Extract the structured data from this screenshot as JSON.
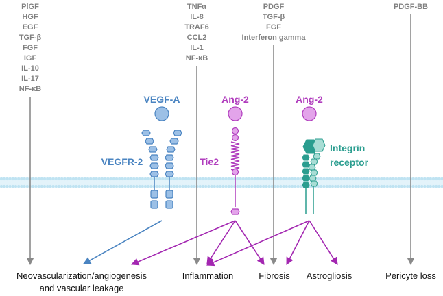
{
  "factor_columns": [
    {
      "id": "col-1",
      "items": [
        "PlGF",
        "HGF",
        "EGF",
        "TGF-β",
        "FGF",
        "IGF",
        "IL-10",
        "IL-17",
        "NF-κB"
      ]
    },
    {
      "id": "col-2",
      "items": [
        "TNFα",
        "IL-8",
        "TRAF6",
        "CCL2",
        "IL-1",
        "NF-κB"
      ]
    },
    {
      "id": "col-3",
      "items": [
        "PDGF",
        "TGF-β",
        "FGF",
        "Interferon gamma"
      ]
    },
    {
      "id": "col-4",
      "items": [
        "PDGF-BB"
      ]
    }
  ],
  "ligands": {
    "vegf_a": "VEGF-A",
    "ang2_tie2": "Ang-2",
    "ang2_integrin": "Ang-2"
  },
  "receptors": {
    "vegfr2": "VEGFR-2",
    "tie2": "Tie2",
    "integrin_line1": "Integrin",
    "integrin_line2": "receptor"
  },
  "outcomes": {
    "neovascularization_line1": "Neovascularization/angiogenesis",
    "neovascularization_line2": "and vascular leakage",
    "inflammation": "Inflammation",
    "fibrosis": "Fibrosis",
    "astrogliosis": "Astrogliosis",
    "pericyte_loss": "Pericyte loss"
  },
  "colors": {
    "blue": "#4a84c1",
    "blue_fill": "#9cc0e6",
    "purple": "#b03cbd",
    "purple_fill": "#e3a4ea",
    "teal": "#2a9d8f",
    "teal_fill": "#a8ddd5",
    "gray": "#808080",
    "membrane": "#bfe3f2"
  }
}
